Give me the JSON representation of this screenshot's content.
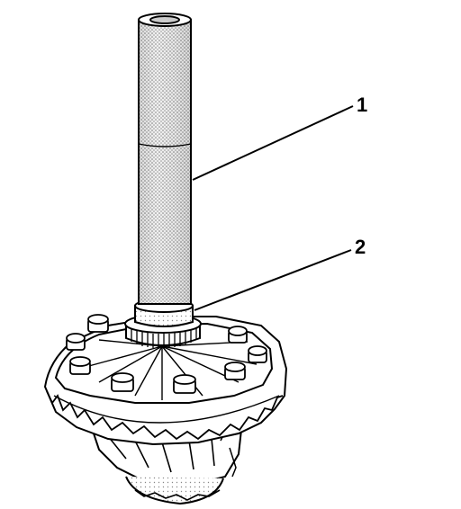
{
  "diagram": {
    "callouts": [
      {
        "id": "1",
        "label": "1"
      },
      {
        "id": "2",
        "label": "2"
      }
    ],
    "colors": {
      "line": "#000000",
      "shaft_fill": "#c9c9c9",
      "metal_fill": "#ffffff",
      "shade_fill": "#e3e3e3",
      "background": "#ffffff"
    }
  }
}
